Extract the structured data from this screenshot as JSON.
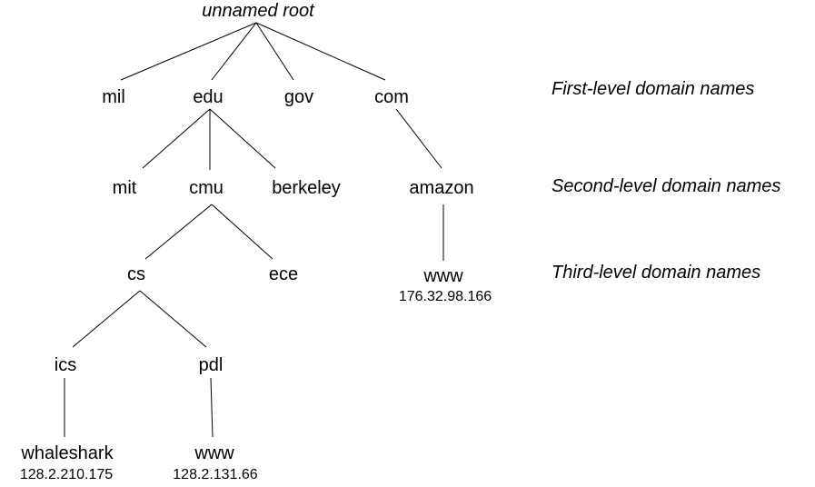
{
  "root": {
    "label": "unnamed root"
  },
  "levels": {
    "first": "First-level domain names",
    "second": "Second-level domain names",
    "third": "Third-level domain names"
  },
  "nodes": {
    "mil": "mil",
    "edu": "edu",
    "gov": "gov",
    "com": "com",
    "mit": "mit",
    "cmu": "cmu",
    "berkeley": "berkeley",
    "amazon": "amazon",
    "cs": "cs",
    "ece": "ece",
    "amazon_www": "www",
    "ics": "ics",
    "pdl": "pdl",
    "whaleshark": "whaleshark",
    "pdl_www": "www"
  },
  "addresses": {
    "amazon_www": "176.32.98.166",
    "whaleshark": "128.2.210.175",
    "pdl_www": "128.2.131.66"
  }
}
